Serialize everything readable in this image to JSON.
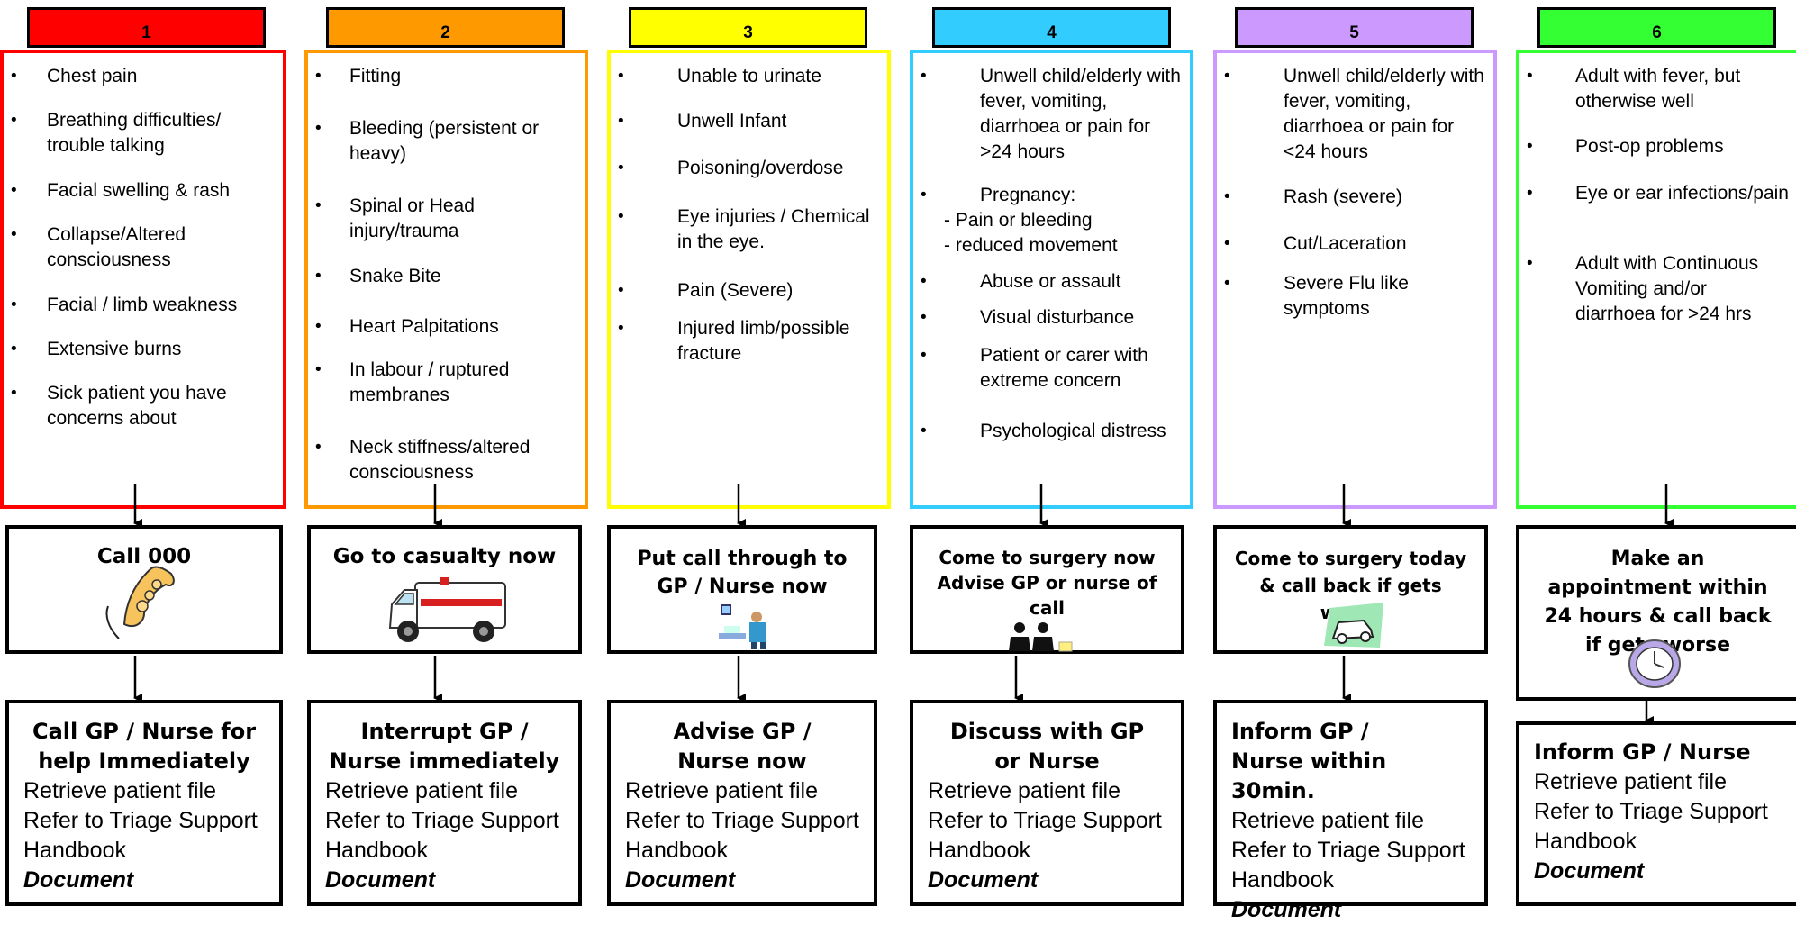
{
  "columns": [
    {
      "number": "1",
      "color": "#ff0000",
      "symptoms": [
        "Chest pain",
        "Breathing difficulties/ trouble talking",
        "Facial swelling & rash",
        "Collapse/Altered consciousness",
        "Facial / limb weakness",
        "Extensive burns",
        "Sick patient you have concerns about"
      ],
      "action": "Call 000",
      "action_icon": "telephone-icon",
      "inform_title": "Call GP / Nurse for help Immediately",
      "inform_lines": [
        "Retrieve patient file",
        "Refer to Triage Support Handbook"
      ],
      "document": "Document"
    },
    {
      "number": "2",
      "color": "#ff9900",
      "symptoms": [
        "Fitting",
        "Bleeding (persistent or heavy)",
        "Spinal or Head injury/trauma",
        "Snake Bite",
        "Heart Palpitations",
        "In labour / ruptured membranes",
        "Neck stiffness/altered consciousness"
      ],
      "action": "Go to casualty now",
      "action_icon": "ambulance-icon",
      "inform_title": "Interrupt GP / Nurse immediately",
      "inform_lines": [
        "Retrieve patient file",
        "Refer to Triage Support Handbook"
      ],
      "document": "Document"
    },
    {
      "number": "3",
      "color": "#ffff00",
      "symptoms": [
        "Unable to urinate",
        "Unwell Infant",
        "Poisoning/overdose",
        "Eye injuries / Chemical in the eye.",
        "Pain (Severe)",
        "Injured limb/possible fracture"
      ],
      "action": "Put call through to GP / Nurse now",
      "action_icon": "doctor-icon",
      "inform_title": "Advise GP / Nurse now",
      "inform_lines": [
        "Retrieve patient file",
        "Refer to Triage Support Handbook"
      ],
      "document": "Document"
    },
    {
      "number": "4",
      "color": "#33ccff",
      "symptoms": [
        "Unwell child/elderly with fever, vomiting, diarrhoea or pain for >24 hours",
        "Pregnancy:",
        "Abuse or assault",
        "Visual disturbance",
        "Patient or carer with extreme concern",
        "Psychological distress"
      ],
      "pregnancy_sub": [
        "-  Pain or bleeding",
        "-  reduced movement"
      ],
      "action": "Come to surgery now Advise GP or nurse of call",
      "action_icon": "people-icon",
      "inform_title": "Discuss with GP or Nurse",
      "inform_lines": [
        "Retrieve patient file",
        "Refer to Triage Support Handbook"
      ],
      "document": "Document"
    },
    {
      "number": "5",
      "color": "#cc99ff",
      "symptoms": [
        "Unwell child/elderly with fever, vomiting, diarrhoea or pain for <24 hours",
        "Rash (severe)",
        "Cut/Laceration",
        "Severe Flu like symptoms"
      ],
      "action": "Come to surgery today & call back if gets worse",
      "action_icon": "car-icon",
      "inform_title": "Inform GP / Nurse within 30min.",
      "inform_lines": [
        "Retrieve patient file",
        "Refer to Triage Support Handbook"
      ],
      "document": "Document"
    },
    {
      "number": "6",
      "color": "#33ff33",
      "symptoms": [
        "Adult with fever, but otherwise well",
        "Post-op problems",
        "Eye or ear infections/pain",
        "Adult with Continuous Vomiting and/or diarrhoea for >24 hrs"
      ],
      "action": "Make an appointment within 24 hours & call back if gets worse",
      "action_icon": "clock-icon",
      "inform_title": "Inform GP / Nurse",
      "inform_lines": [
        "Retrieve patient file",
        "Refer to Triage Support Handbook"
      ],
      "document": "Document"
    }
  ]
}
